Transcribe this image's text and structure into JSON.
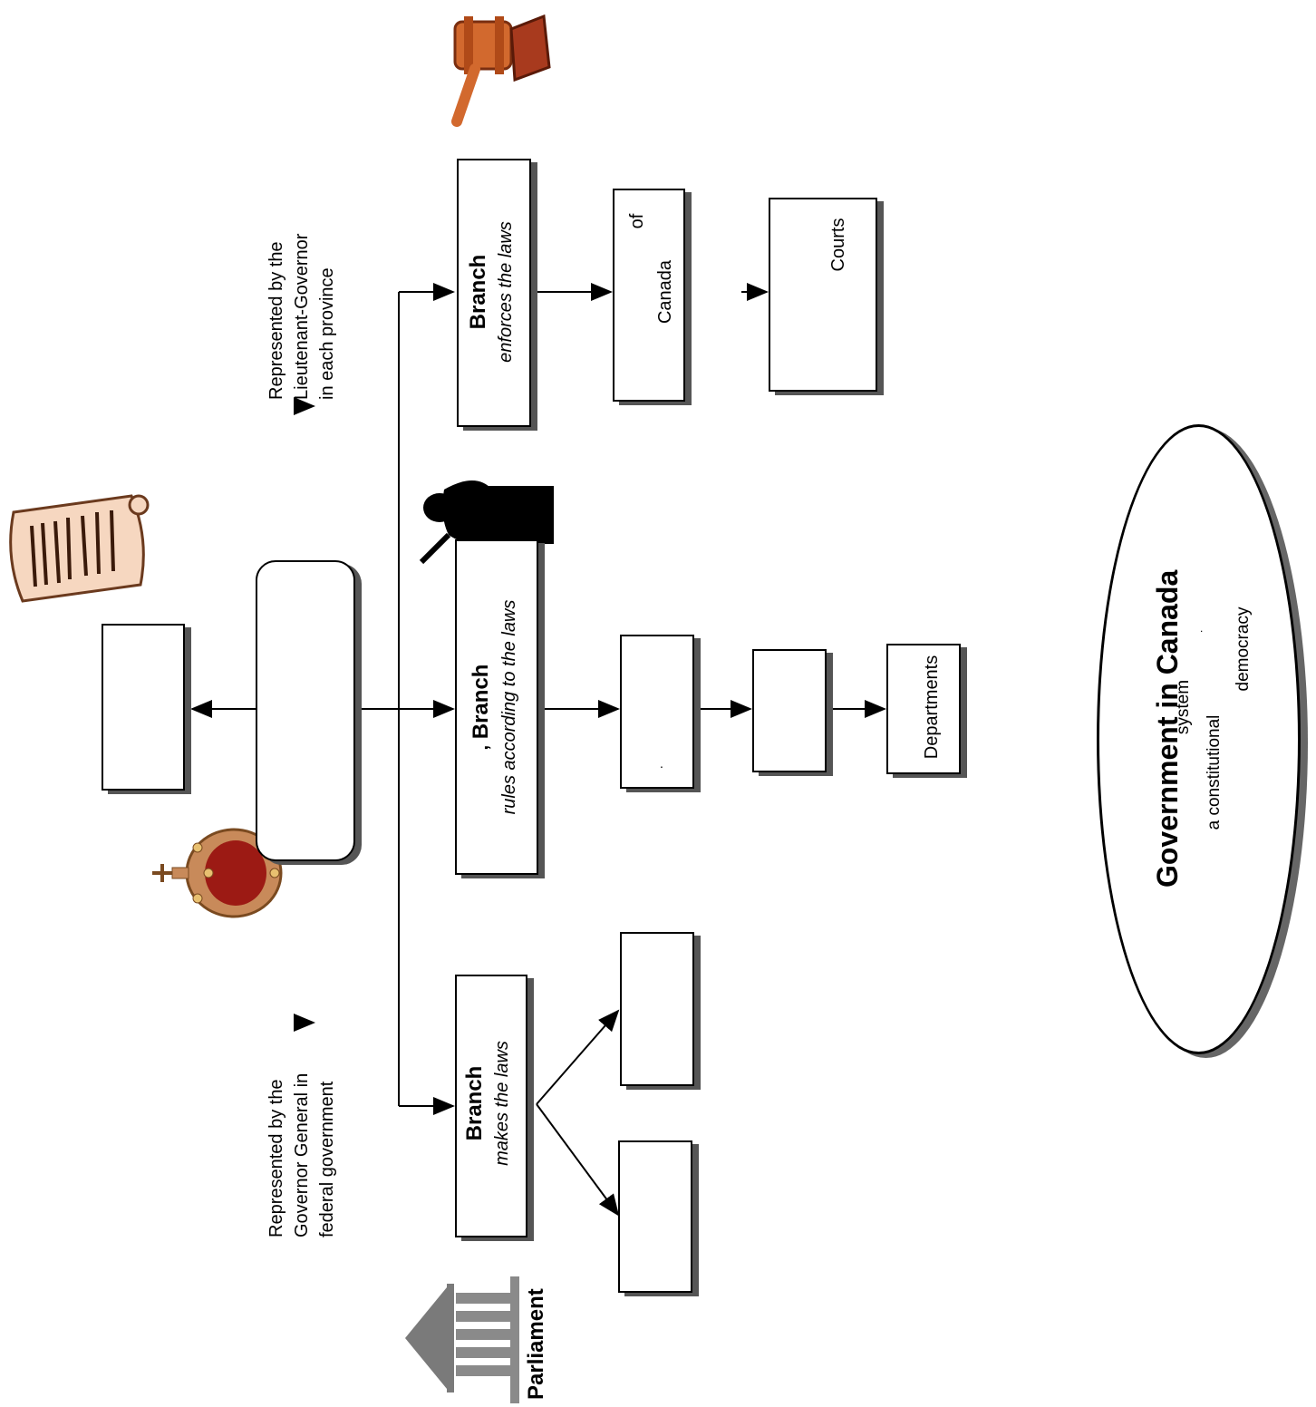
{
  "title": {
    "main": "Government in Canada",
    "line_system": "system",
    "line_constitutional": "a constitutional",
    "line_democracy": "democracy",
    "dot": "."
  },
  "branches": {
    "left": {
      "label": "Branch",
      "desc": "makes the laws"
    },
    "middle": {
      "label": "Branch",
      "desc": "rules according to the laws",
      "mark": ","
    },
    "right": {
      "label": "Branch",
      "desc": "enforces the laws"
    }
  },
  "notes": {
    "governor": [
      "Represented by the",
      "Governor General in",
      "federal government"
    ],
    "lieutenant": [
      "Represented by the",
      "Lieutenant-Governor",
      "in each province"
    ]
  },
  "boxes": {
    "supreme_of": "of",
    "supreme_canada": "Canada",
    "courts": "Courts",
    "departments": "Departments",
    "middle_dot": "."
  },
  "parliament": {
    "label": "Parliament"
  },
  "icons": [
    "gavel-icon",
    "scroll-icon",
    "crown-icon",
    "speaker-silhouette-icon",
    "parliament-building-icon"
  ]
}
